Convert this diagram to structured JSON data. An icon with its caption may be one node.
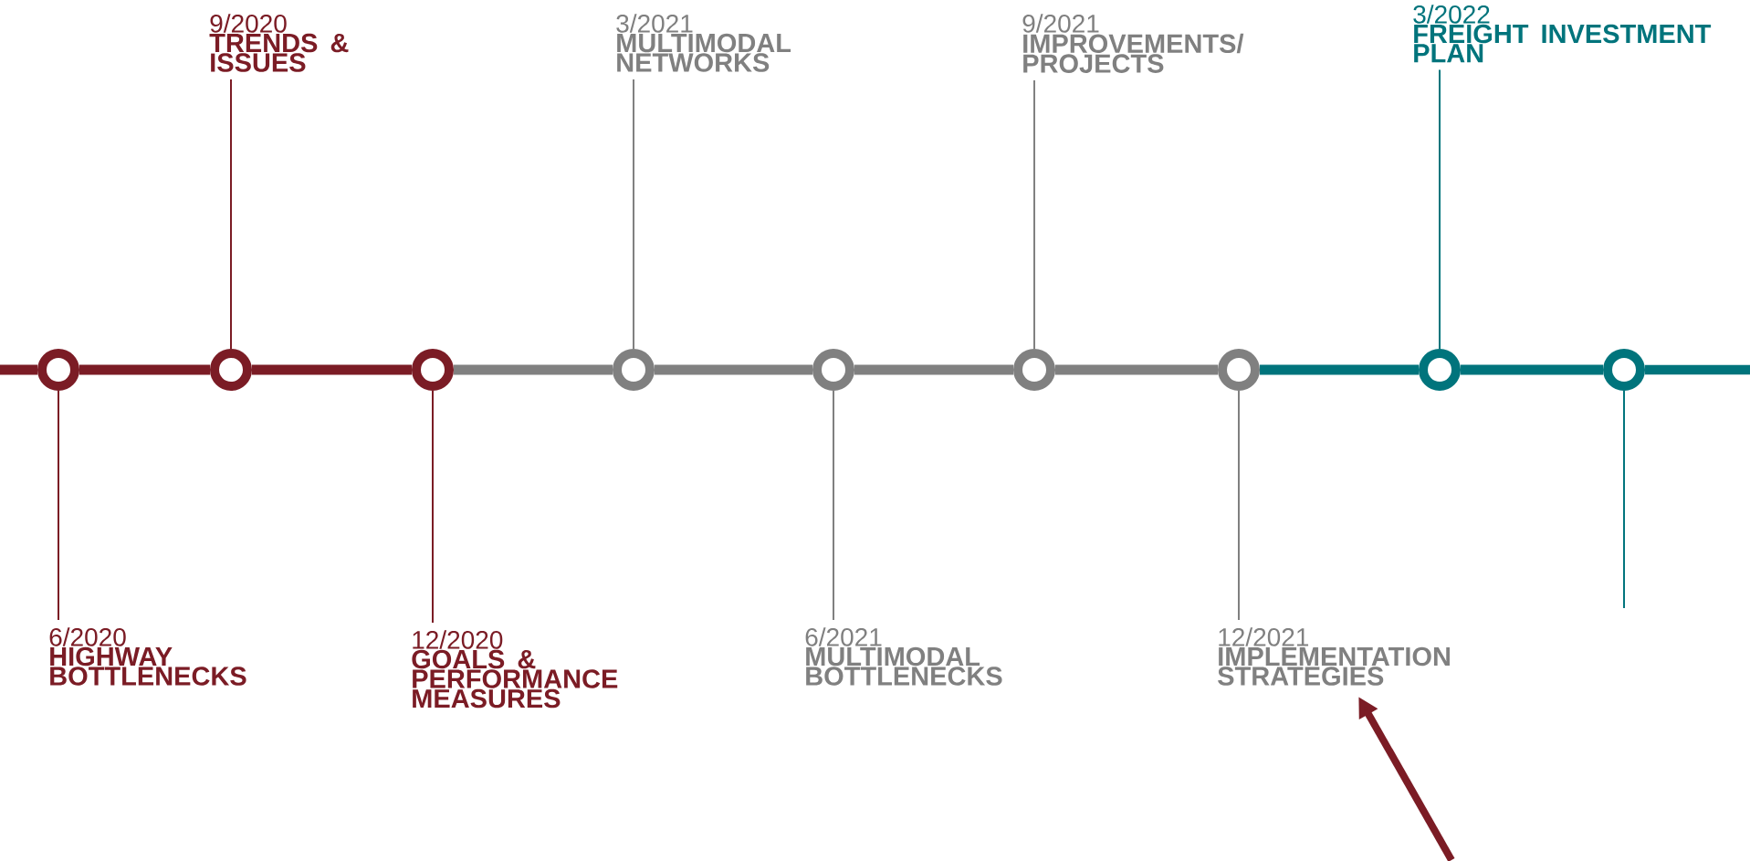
{
  "diagram": {
    "nodes": [
      {
        "text": [
          "6/2020",
          "HIGHWAY BOTTLENECKS"
        ]
      },
      {
        "text": [
          "9/2020",
          "TRENDS & ISSUES"
        ]
      },
      {
        "text": [
          "12/2020",
          "GOALS & PERFORMANCE MEASURES"
        ]
      },
      {
        "text": [
          "3/2021",
          "MULTIMODAL NETWORKS"
        ]
      },
      {
        "text": [
          "6/2021",
          "MULTIMODAL BOTTLENECKS"
        ]
      },
      {
        "text": [
          "9/2021",
          "IMPROVEMENTS/ PROJECTS"
        ]
      },
      {
        "text": [
          "12/2021",
          "IMPLEMENTATION STRATEGIES"
        ]
      },
      {
        "text": [
          "3/2022",
          "FREIGHT INVESTMENT PLAN"
        ]
      },
      {
        "text": [],
        "shape": "circle"
      },
      {
        "text": [],
        "shape": "circle"
      },
      {
        "text": [],
        "shape": "circle"
      },
      {
        "text": [],
        "shape": "circle"
      },
      {
        "text": [],
        "shape": "circle"
      },
      {
        "text": [],
        "shape": "circle"
      },
      {
        "text": [],
        "shape": "circle"
      },
      {
        "text": [],
        "shape": "circle"
      },
      {
        "text": [],
        "shape": "circle"
      }
    ],
    "edges": [
      {
        "from": null,
        "to": 8,
        "arrow": "none",
        "color": "#7b1c25"
      },
      {
        "from": 8,
        "to": 9,
        "arrow": "none",
        "color": "#7b1c25"
      },
      {
        "from": 9,
        "to": 10,
        "arrow": "none",
        "color": "#7b1c25"
      },
      {
        "from": 10,
        "to": 11,
        "arrow": "none"
      },
      {
        "from": 11,
        "to": 12,
        "arrow": "none"
      },
      {
        "from": 12,
        "to": 13,
        "arrow": "none"
      },
      {
        "from": 13,
        "to": 14,
        "arrow": "none"
      },
      {
        "from": 14,
        "to": 15,
        "arrow": "none",
        "color": "#00747c"
      },
      {
        "from": 15,
        "to": 16,
        "arrow": "none",
        "color": "#00747c"
      },
      {
        "from": 16,
        "to": null,
        "arrow": "none",
        "color": "#00747c"
      },
      {
        "from": 0,
        "to": 8,
        "arrow": "none",
        "color": "#7b1c25"
      },
      {
        "from": 1,
        "to": 9,
        "arrow": "none",
        "color": "#7b1c25"
      },
      {
        "from": 2,
        "to": 10,
        "arrow": "none",
        "color": "#7b1c25"
      },
      {
        "from": 3,
        "to": 11,
        "arrow": "none"
      },
      {
        "from": 4,
        "to": 12,
        "arrow": "none"
      },
      {
        "from": 5,
        "to": 13,
        "arrow": "none"
      },
      {
        "from": 6,
        "to": 14,
        "arrow": "none"
      },
      {
        "from": 7,
        "to": 15,
        "arrow": "none",
        "color": "#00747c"
      },
      {
        "from": 16,
        "to": null,
        "arrow": "none",
        "color": "#00747c"
      },
      {
        "from": null,
        "to": 6,
        "arrow": "to",
        "color": "#7b1c25"
      }
    ]
  }
}
